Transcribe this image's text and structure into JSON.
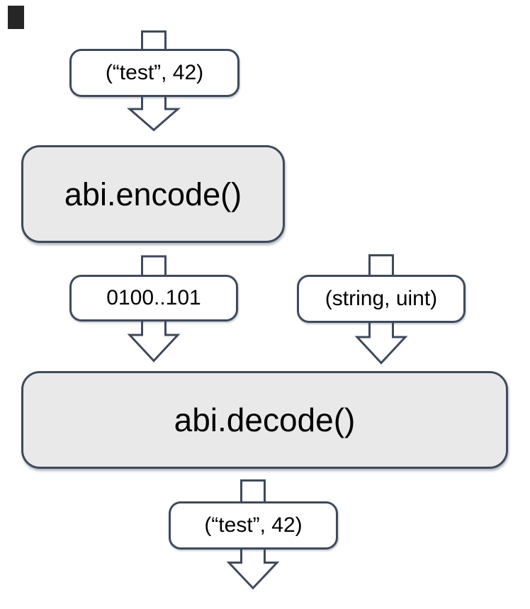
{
  "colors": {
    "outline": "#3f4a5c",
    "process_fill": "#e9e9e9",
    "data_fill": "#ffffff",
    "text": "#000000",
    "background": "#ffffff",
    "corner_mark": "#262626"
  },
  "nodes": {
    "input": {
      "label": "(“test”, 42)"
    },
    "encode": {
      "label": "abi.encode()"
    },
    "encoded_bytes": {
      "label": "0100..101"
    },
    "types": {
      "label": "(string, uint)"
    },
    "decode": {
      "label": "abi.decode()"
    },
    "output": {
      "label": "(“test”, 42)"
    }
  }
}
